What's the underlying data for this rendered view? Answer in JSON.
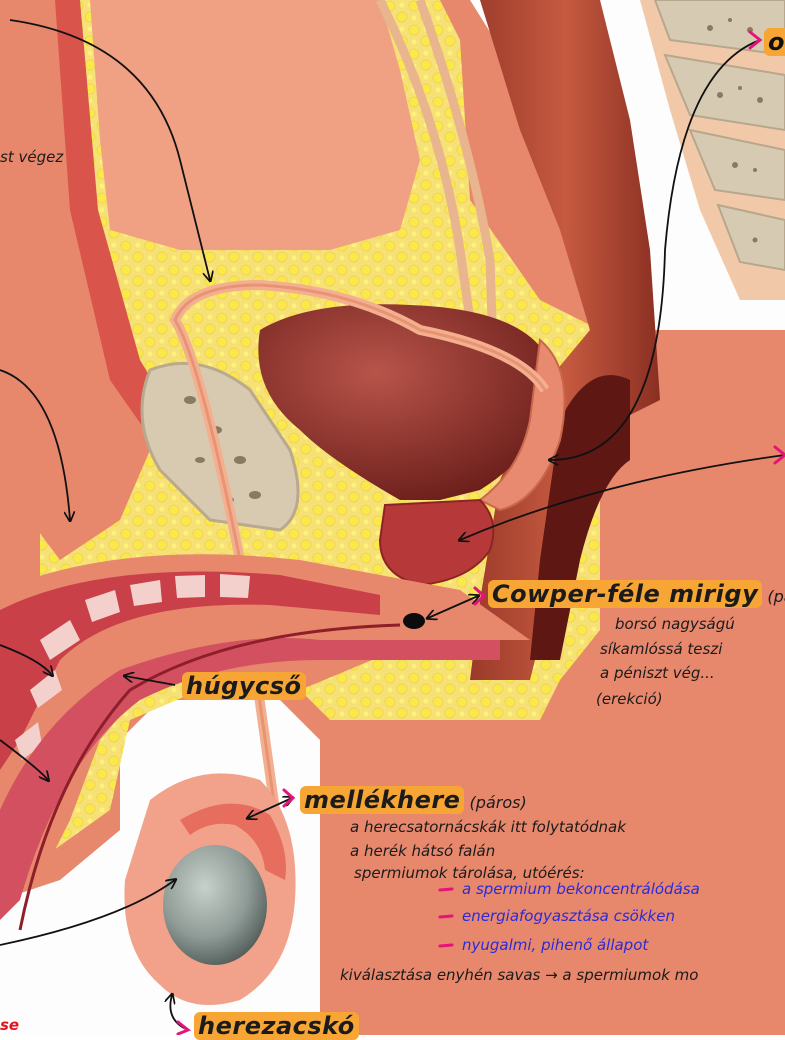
{
  "labels": {
    "top_right_cut": "o",
    "left_cut": "st végez",
    "cowper": {
      "title": "Cowper-féle mirigy",
      "suffix": "(páros)",
      "notes": [
        "borsó nagyságú",
        "síkamlóssá teszi",
        "a péniszt vég...",
        "(erekció)"
      ]
    },
    "hugycso": "húgycső",
    "mellekhere": {
      "title": "mellékhere",
      "suffix": "(páros)",
      "notes": [
        "a herecsatornácskák itt folytatódnak",
        "a herék hátsó falán",
        "spermiumok tárolása, utóérés:"
      ],
      "sub_notes": [
        "a spermium bekoncentrálódása",
        "energiafogyasztása csökken",
        "nyugalmi, pihenő állapot"
      ],
      "last_note": "kiválasztása enyhén savas → a spermiumok mo"
    },
    "herezacsko": "herezacskó",
    "bottom_left_cut": "se"
  },
  "colors": {
    "highlight": "#f7a534",
    "arrow_pink": "#e6147a",
    "sub_note_blue": "#2b2bd8"
  }
}
